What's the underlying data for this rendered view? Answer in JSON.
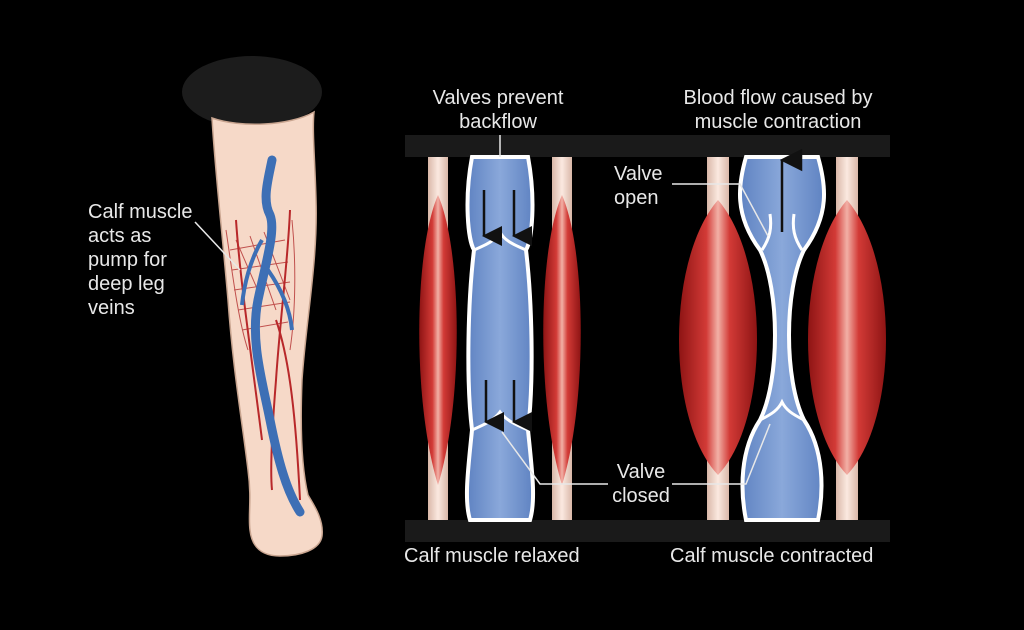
{
  "labels": {
    "calf_pump": "Calf muscle\nacts as\npump for\ndeep leg\nveins",
    "valves_prevent": "Valves prevent\nbackflow",
    "blood_flow": "Blood flow caused by\nmuscle contraction",
    "valve_open": "Valve\nopen",
    "valve_closed": "Valve\nclosed",
    "relaxed": "Calf muscle relaxed",
    "contracted": "Calf muscle contracted"
  },
  "colors": {
    "background": "#000000",
    "skin": "#f6d9c8",
    "skin_outline": "#c9a590",
    "vein": "#3d6fb5",
    "artery": "#b8282a",
    "muscle": "#c22a2a",
    "muscle_highlight": "#f09a90",
    "blood": "#7f9fd2",
    "tendon": "#f4dcd0"
  }
}
